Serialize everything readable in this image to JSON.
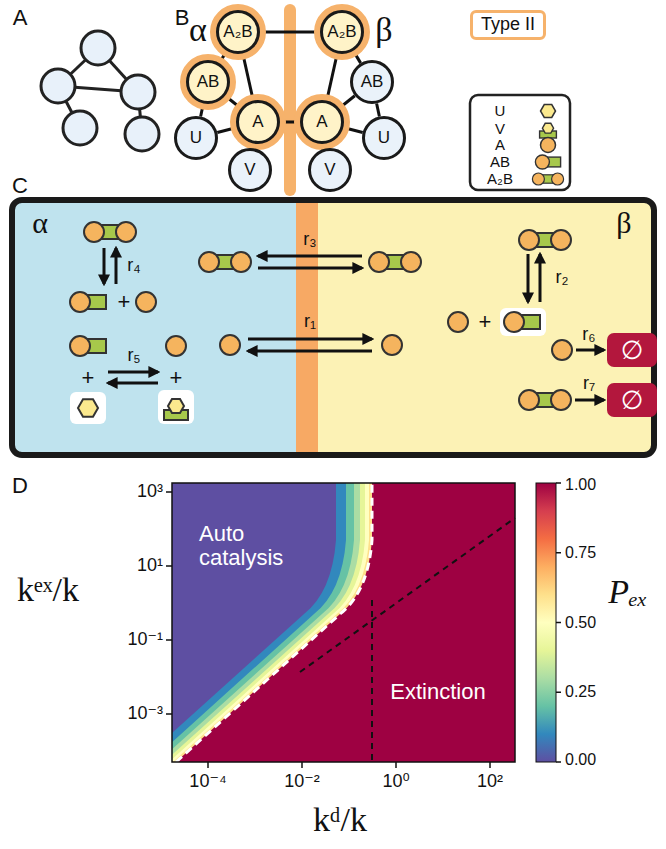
{
  "diagram": {
    "nodes": [
      {
        "text": [
          "A₂B"
        ]
      },
      {
        "text": [
          "AB"
        ]
      },
      {
        "text": [
          "A"
        ]
      },
      {
        "text": [
          "U"
        ]
      },
      {
        "text": [
          "V"
        ]
      },
      {
        "text": [
          "A₂B"
        ]
      },
      {
        "text": [
          "AB"
        ]
      },
      {
        "text": [
          "A"
        ]
      },
      {
        "text": [
          "U"
        ]
      },
      {
        "text": [
          "V"
        ]
      },
      {
        "text": [
          "∅"
        ]
      },
      {
        "text": [
          "∅"
        ]
      }
    ],
    "edges": [
      {
        "from": 0,
        "to": 1,
        "arrow": "none"
      },
      {
        "from": 0,
        "to": 2,
        "arrow": "none"
      },
      {
        "from": 1,
        "to": 2,
        "arrow": "none"
      },
      {
        "from": 1,
        "to": 3,
        "arrow": "none"
      },
      {
        "from": 3,
        "to": 2,
        "arrow": "none"
      },
      {
        "from": 2,
        "to": 4,
        "arrow": "none"
      },
      {
        "from": 0,
        "to": 5,
        "arrow": "none"
      },
      {
        "from": 2,
        "to": 7,
        "arrow": "none"
      },
      {
        "from": 5,
        "to": 6,
        "arrow": "none"
      },
      {
        "from": 5,
        "to": 7,
        "arrow": "none"
      },
      {
        "from": 6,
        "to": 7,
        "arrow": "none"
      },
      {
        "from": 6,
        "to": 8,
        "arrow": "none"
      },
      {
        "from": 8,
        "to": 7,
        "arrow": "none"
      },
      {
        "from": 7,
        "to": 9,
        "arrow": "none"
      }
    ],
    "labels": [
      "A",
      "B",
      "C",
      "D",
      "α",
      "β",
      "α",
      "β",
      "r₄",
      "r₃",
      "r₁",
      "r₂",
      "r₅",
      "r₆",
      "r₇",
      "+",
      "+",
      "+",
      "+",
      "10³",
      "10¹",
      "10⁻¹",
      "10⁻³",
      "10⁻⁴",
      "10⁻²",
      "10⁰",
      "10²",
      "1.00",
      "0.75",
      "0.50",
      "0.25",
      "0.00",
      "Auto catalysis",
      "Extinction",
      "kᵉˣ/k",
      "kᵈ/k",
      "Pₑₓ"
    ],
    "legend": [
      {
        "text": "Type II",
        "color": "#f6b26b"
      },
      {
        "text": "U"
      },
      {
        "text": "V"
      },
      {
        "text": "A"
      },
      {
        "text": "AB"
      },
      {
        "text": "A₂B"
      }
    ]
  }
}
